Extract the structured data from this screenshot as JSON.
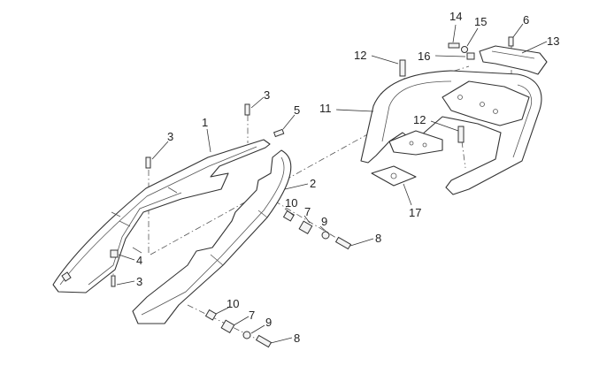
{
  "diagram": {
    "title": "Rear body / grab rail exploded view",
    "callouts": [
      "14",
      "15",
      "6",
      "13",
      "12",
      "16",
      "3",
      "5",
      "11",
      "1",
      "12",
      "3",
      "2",
      "10",
      "7",
      "9",
      "17",
      "8",
      "4",
      "3",
      "10",
      "7",
      "9",
      "8"
    ]
  }
}
